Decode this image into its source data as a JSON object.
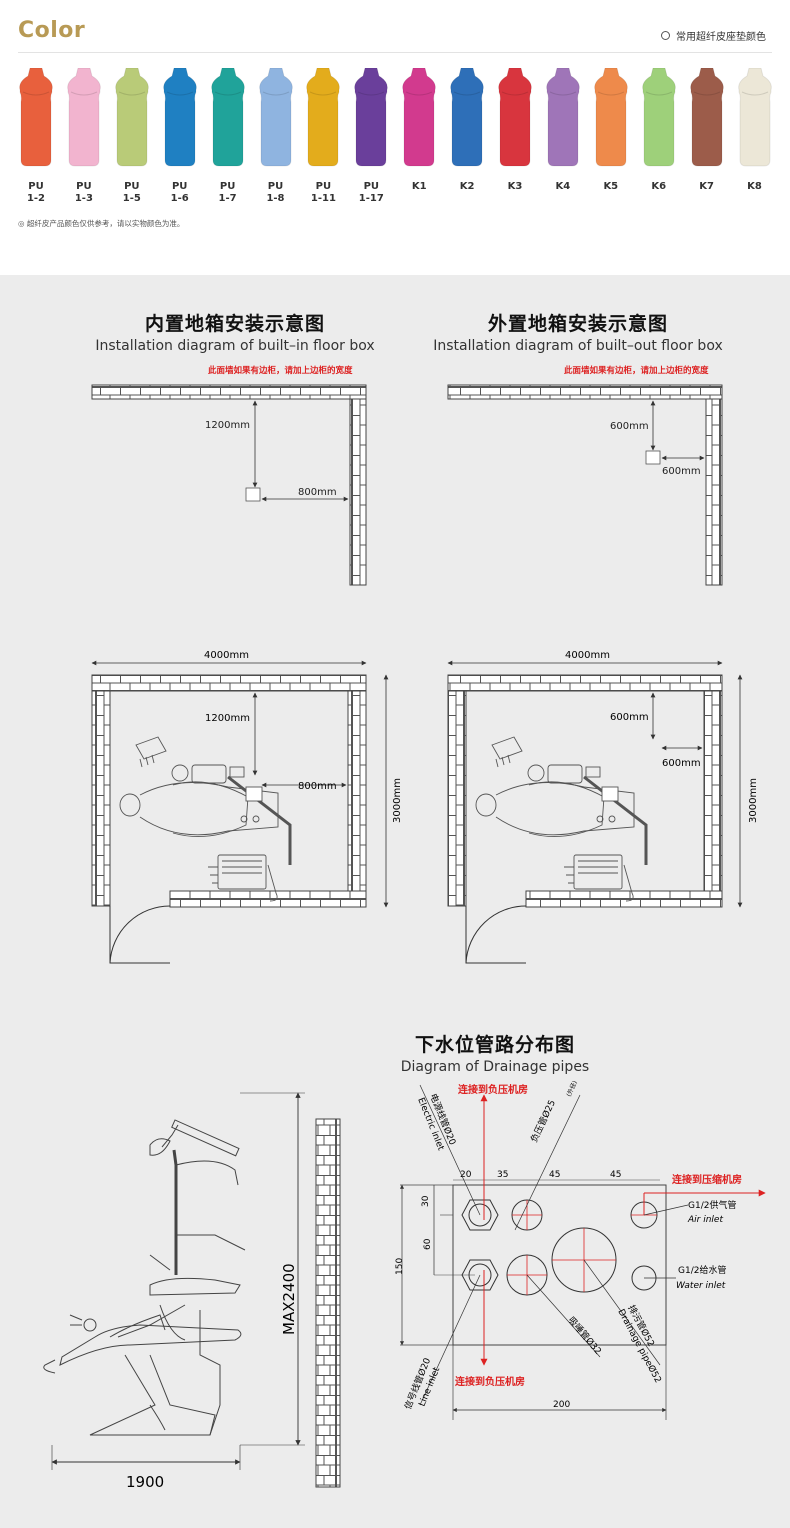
{
  "header": {
    "title": "Color",
    "legend_note": "常用超纤皮座垫颜色",
    "foot_note": "◎ 超纤皮产品颜色仅供参考，请以实物颜色为准。"
  },
  "swatches": [
    {
      "label": "PU\n1-2",
      "color": "#e8603d"
    },
    {
      "label": "PU\n1-3",
      "color": "#f2b4cf"
    },
    {
      "label": "PU\n1-5",
      "color": "#b9cb78"
    },
    {
      "label": "PU\n1-6",
      "color": "#1f80c2"
    },
    {
      "label": "PU\n1-7",
      "color": "#20a39a"
    },
    {
      "label": "PU\n1-8",
      "color": "#8fb4e0"
    },
    {
      "label": "PU\n1-11",
      "color": "#e3ac1c"
    },
    {
      "label": "PU\n1-17",
      "color": "#6a3f9b"
    },
    {
      "label": "K1",
      "color": "#d23a8e"
    },
    {
      "label": "K2",
      "color": "#2e6fb8"
    },
    {
      "label": "K3",
      "color": "#d8353e"
    },
    {
      "label": "K4",
      "color": "#9f75b8"
    },
    {
      "label": "K5",
      "color": "#ee8a4b"
    },
    {
      "label": "K6",
      "color": "#9ed07a"
    },
    {
      "label": "K7",
      "color": "#9c5c4a"
    },
    {
      "label": "K8",
      "color": "#ece7d7"
    }
  ],
  "builtin": {
    "title_cn": "内置地箱安装示意图",
    "title_en": "Installation diagram of built–in floor box",
    "note": "此面墙如果有边柜，请加上边柜的宽度",
    "dim_v": "1200mm",
    "dim_h": "800mm",
    "room_w": "4000mm",
    "room_h": "3000mm"
  },
  "builtout": {
    "title_cn": "外置地箱安装示意图",
    "title_en": "Installation diagram of built–out floor box",
    "note": "此面墙如果有边柜，请加上边柜的宽度",
    "dim_v": "600mm",
    "dim_h": "600mm",
    "room_w": "4000mm",
    "room_h": "3000mm"
  },
  "drainage": {
    "title_cn": "下水位管路分布图",
    "title_en": "Diagram of Drainage pipes",
    "chair_width": "1900",
    "chair_height": "MAX2400",
    "connect_negative_top": "连接到负压机房",
    "connect_negative_bottom": "连接到负压机房",
    "connect_compressor": "连接到压缩机房",
    "electric_cn": "电源线管Ø20",
    "electric_en": "Electric inlet",
    "negative_pipe": "负压管Ø25",
    "negative_pipe_note": "(外径)",
    "air_cn": "G1/2供气管",
    "air_en": "Air inlet",
    "water_cn": "G1/2给水管",
    "water_en": "Water inlet",
    "drain_cn": "排污管Ø52",
    "drain_en": "Drainage pipeØ52",
    "line_cn": "信号线管Ø20",
    "line_en": "Line inlet",
    "suction_pipe": "吸唾管Ø32",
    "d20": "20",
    "d35": "35",
    "d45a": "45",
    "d45b": "45",
    "d30": "30",
    "d60": "60",
    "d150": "150",
    "d200": "200"
  }
}
